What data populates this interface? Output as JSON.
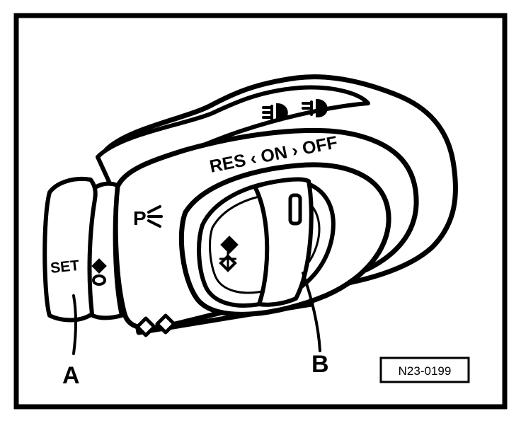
{
  "panel": {
    "function_label": "RES ‹ ON › OFF",
    "set_label": "SET",
    "parking_light_label": "P"
  },
  "callouts": {
    "a": "A",
    "b": "B"
  },
  "figure_id": "N23-0199",
  "colors": {
    "ink": "#000000",
    "paper": "#ffffff"
  }
}
